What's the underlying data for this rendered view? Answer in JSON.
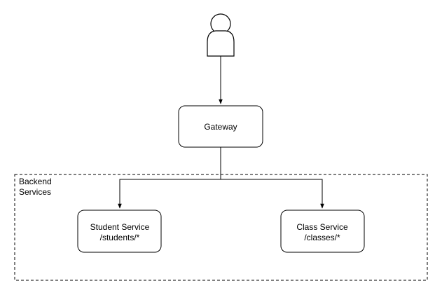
{
  "diagram": {
    "user": {
      "icon": "user-icon"
    },
    "gateway": {
      "label": "Gateway"
    },
    "group": {
      "label_line1": "Backend",
      "label_line2": "Services"
    },
    "student_service": {
      "name": "Student Service",
      "route": "/students/*"
    },
    "class_service": {
      "name": "Class Service",
      "route": "/classes/*"
    }
  },
  "colors": {
    "stroke": "#000000",
    "fill": "#ffffff"
  }
}
